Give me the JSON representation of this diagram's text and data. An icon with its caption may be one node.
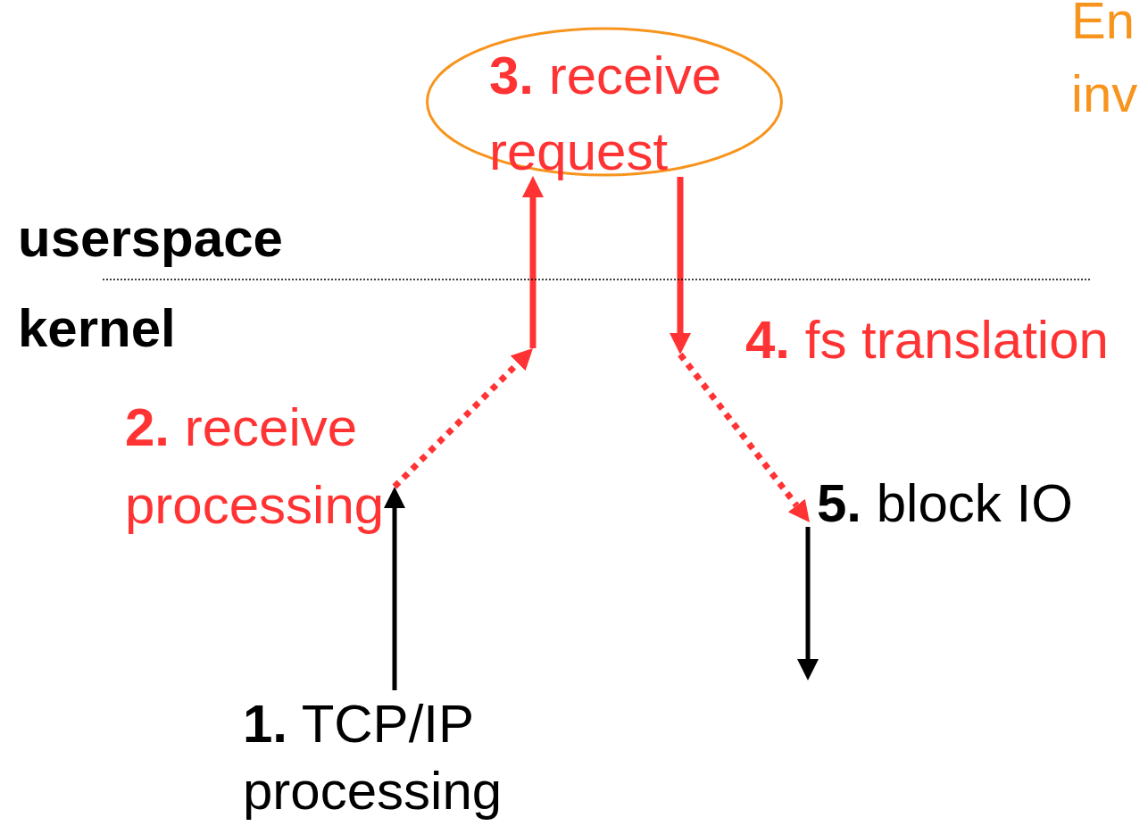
{
  "diagram": {
    "nodes": [
      {
        "text": [
          "**1.** TCP/IP processing"
        ]
      },
      {
        "text": [
          "**2.** receive processing"
        ]
      },
      {
        "text": [
          "**3.** receive request"
        ]
      },
      {
        "text": [
          "**4.** fs translation"
        ]
      },
      {
        "text": [
          "**5.** block IO"
        ]
      }
    ],
    "edges": [
      {
        "from": 0,
        "to": 1,
        "arrow": "to",
        "color": "#000000"
      },
      {
        "from": 1,
        "to": null,
        "arrow": "to",
        "style": "dashed"
      },
      {
        "from": null,
        "to": 2,
        "arrow": "to"
      },
      {
        "from": 2,
        "to": 3,
        "arrow": "to"
      },
      {
        "from": 3,
        "to": 4,
        "arrow": "to",
        "style": "dashed"
      },
      {
        "from": 4,
        "to": null,
        "arrow": "to",
        "color": "#000000"
      }
    ],
    "labels": [
      "userspace",
      "kernel",
      "En",
      "inv"
    ]
  }
}
